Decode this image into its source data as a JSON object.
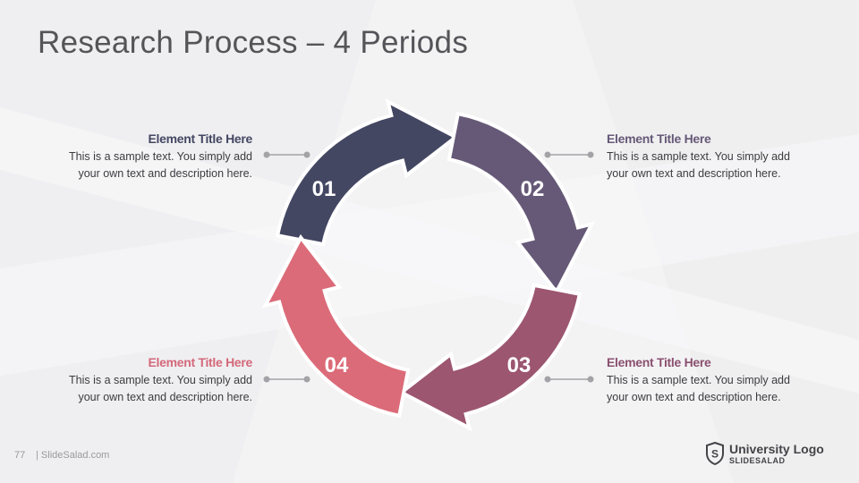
{
  "slide": {
    "title": "Research Process – 4 Periods",
    "page_number": "77",
    "site": "| SlideSalad.com"
  },
  "logo": {
    "name": "University Logo",
    "sub": "SLIDESALAD",
    "icon": "shield-icon",
    "icon_letter": "S"
  },
  "steps": [
    {
      "number": "01",
      "title": "Element Title Here",
      "desc_line1": "This is a sample text. You simply add",
      "desc_line2": "your own text and description here.",
      "color": "#444762",
      "title_color": "#444762"
    },
    {
      "number": "02",
      "title": "Element Title Here",
      "desc_line1": "This is a sample text. You simply add",
      "desc_line2": "your own text and description here.",
      "color": "#665977",
      "title_color": "#665977"
    },
    {
      "number": "03",
      "title": "Element Title Here",
      "desc_line1": "This is a sample text. You simply add",
      "desc_line2": "your own text and description here.",
      "color": "#9c566f",
      "title_color": "#8b5070"
    },
    {
      "number": "04",
      "title": "Element Title Here",
      "desc_line1": "This is a sample text. You simply add",
      "desc_line2": "your own text and description here.",
      "color": "#db6b78",
      "title_color": "#d4687a"
    }
  ]
}
